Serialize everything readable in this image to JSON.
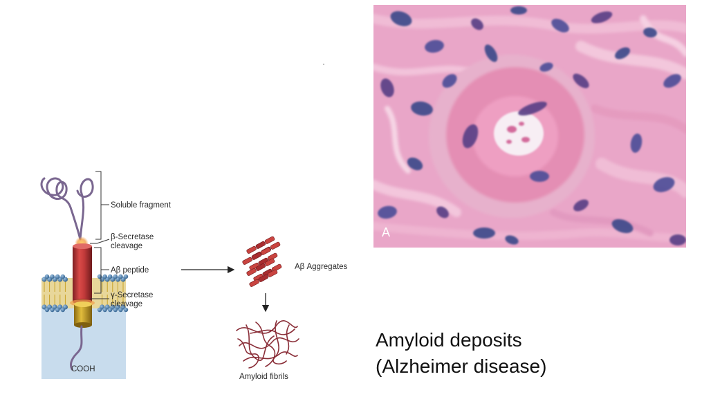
{
  "diagram": {
    "labels": {
      "soluble_fragment": "Soluble fragment",
      "beta_secretase_line1": "β-Secretase",
      "beta_secretase_line2": "cleavage",
      "abeta_peptide": "Aβ peptide",
      "gamma_secretase_line1": "γ-Secretase",
      "gamma_secretase_line2": "cleavage",
      "cooh": "COOH",
      "abeta_aggregates": "Aβ Aggregates",
      "amyloid_fibrils": "Amyloid fibrils"
    },
    "colors": {
      "membrane_head": "#3f6f9c",
      "extracellular_box": "#c8dced",
      "peptide_red": "#c23a3a",
      "peptide_yellow": "#c9a227",
      "fragment_purple": "#7a6790",
      "cleavage_glow": "#f2a04a"
    }
  },
  "micrograph": {
    "panel_letter": "A",
    "colors": {
      "stroma_pink": "#e9a6c8",
      "amyloid_pink": "#e48eb4",
      "nucleus_blue": "#3d4a8a",
      "space_white": "#f7eef4"
    }
  },
  "caption": {
    "line1": "Amyloid deposits",
    "line2": "(Alzheimer disease)"
  }
}
